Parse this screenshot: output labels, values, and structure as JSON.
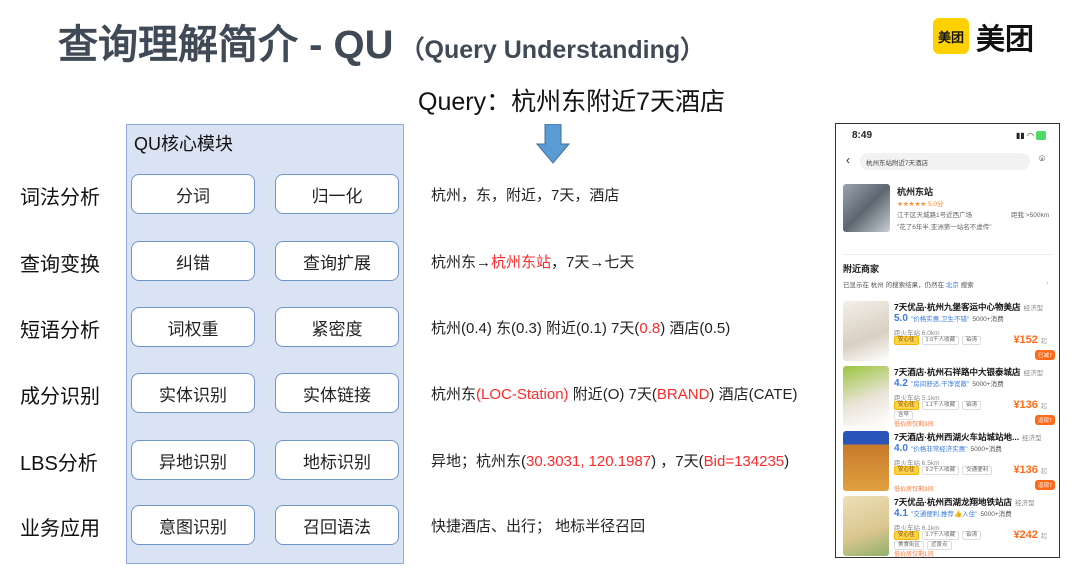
{
  "header": {
    "title": "查询理解简介 - QU",
    "subtitle": "（Query Understanding）",
    "logo_mark": "美团",
    "logo_text": "美团"
  },
  "query": "Query：杭州东附近7天酒店",
  "panel": {
    "title": "QU核心模块"
  },
  "colors": {
    "panel_bg": "#dae3f3",
    "arrow": "#5b9bd5",
    "highlight": "#ff2a2a",
    "logo": "#ffd100"
  },
  "rows": [
    {
      "label": "词法分析",
      "buttons": [
        "分词",
        "归一化"
      ],
      "result": [
        {
          "t": "杭州，东，附近，7天，酒店"
        }
      ]
    },
    {
      "label": "查询变换",
      "buttons": [
        "纠错",
        "查询扩展"
      ],
      "result": [
        {
          "t": "杭州东→"
        },
        {
          "t": "杭州东站",
          "red": true
        },
        {
          "t": "，7天→七天"
        }
      ]
    },
    {
      "label": "短语分析",
      "buttons": [
        "词权重",
        "紧密度"
      ],
      "result": [
        {
          "t": "杭州(0.4)    东(0.3)    附近(0.1)    7天("
        },
        {
          "t": "0.8",
          "red": true
        },
        {
          "t": ")    酒店(0.5)"
        }
      ]
    },
    {
      "label": "成分识别",
      "buttons": [
        "实体识别",
        "实体链接"
      ],
      "result": [
        {
          "t": "杭州东"
        },
        {
          "t": "(LOC-Station)",
          "red": true
        },
        {
          "t": "    附近(O)    7天("
        },
        {
          "t": "BRAND",
          "red": true
        },
        {
          "t": ")    酒店(CATE)"
        }
      ]
    },
    {
      "label": "LBS分析",
      "buttons": [
        "异地识别",
        "地标识别"
      ],
      "result": [
        {
          "t": "异地；杭州东("
        },
        {
          "t": "30.3031, 120.1987",
          "red": true
        },
        {
          "t": ") ，7天("
        },
        {
          "t": "Bid=134235",
          "red": true
        },
        {
          "t": ")"
        }
      ]
    },
    {
      "label": "业务应用",
      "buttons": [
        "意图识别",
        "召回语法"
      ],
      "result": [
        {
          "t": " 快捷酒店、出行； 地标半径召回"
        }
      ]
    }
  ],
  "phone": {
    "time": "8:49",
    "search": "杭州东站附近7天酒店",
    "poi": {
      "name": "杭州东站",
      "rating": "★★★★★ 5.0分",
      "address": "江干区天城路1号近西广场",
      "distance": "距我 >500km",
      "quote": "\"花了6年半,亚洲第一站名不虚传\""
    },
    "section_title": "附近商家",
    "notice_prefix": "已显示在 杭州 的搜索结果，仍然在 ",
    "notice_link": "北京",
    "notice_suffix": " 搜索",
    "hotels": [
      {
        "name": "7天优品·杭州九堡客运中心物美店",
        "type": "经济型",
        "score": "5.0",
        "quote": "\"价格实惠,卫生不错\"",
        "count": "5000+消费",
        "dist": "距火车站 6.0km",
        "tags": [
          "安心住",
          "1.6千人收藏",
          "铂涛"
        ],
        "price": "¥152",
        "unit": "起",
        "badge": "已减7",
        "low": ""
      },
      {
        "name": "7天酒店·杭州石祥路中大银泰城店",
        "type": "经济型",
        "score": "4.2",
        "quote": "\"房间舒适,干净宽敞\"",
        "count": "5000+消费",
        "dist": "距火车站 5.1km",
        "tags": [
          "安心住",
          "1.1千人收藏",
          "铂涛",
          "含早"
        ],
        "price": "¥136",
        "unit": "起",
        "badge": "返现7",
        "low": "低价房仅剩3间"
      },
      {
        "name": "7天酒店·杭州西湖火车站城站地...",
        "type": "经济型",
        "score": "4.0",
        "quote": "\"价格非常经济实惠\"",
        "count": "5000+消费",
        "dist": "距火车站 6.5km",
        "tags": [
          "安心住",
          "9.2千人收藏",
          "交通便利"
        ],
        "price": "¥136",
        "unit": "起",
        "badge": "返现7",
        "low": "低价房仅剩3间"
      },
      {
        "name": "7天优品·杭州西湖龙翔地铁站店",
        "type": "经济型",
        "score": "4.1",
        "quote": "\"交通便利,推荐👍入住\"",
        "count": "5000+消费",
        "dist": "距火车站 6.1km",
        "tags": [
          "安心住",
          "1.7千人收藏",
          "铂涛",
          "美食街区",
          "近景点"
        ],
        "price": "¥242",
        "unit": "起",
        "badge": "",
        "low": "低价房仅剩1间"
      }
    ]
  }
}
